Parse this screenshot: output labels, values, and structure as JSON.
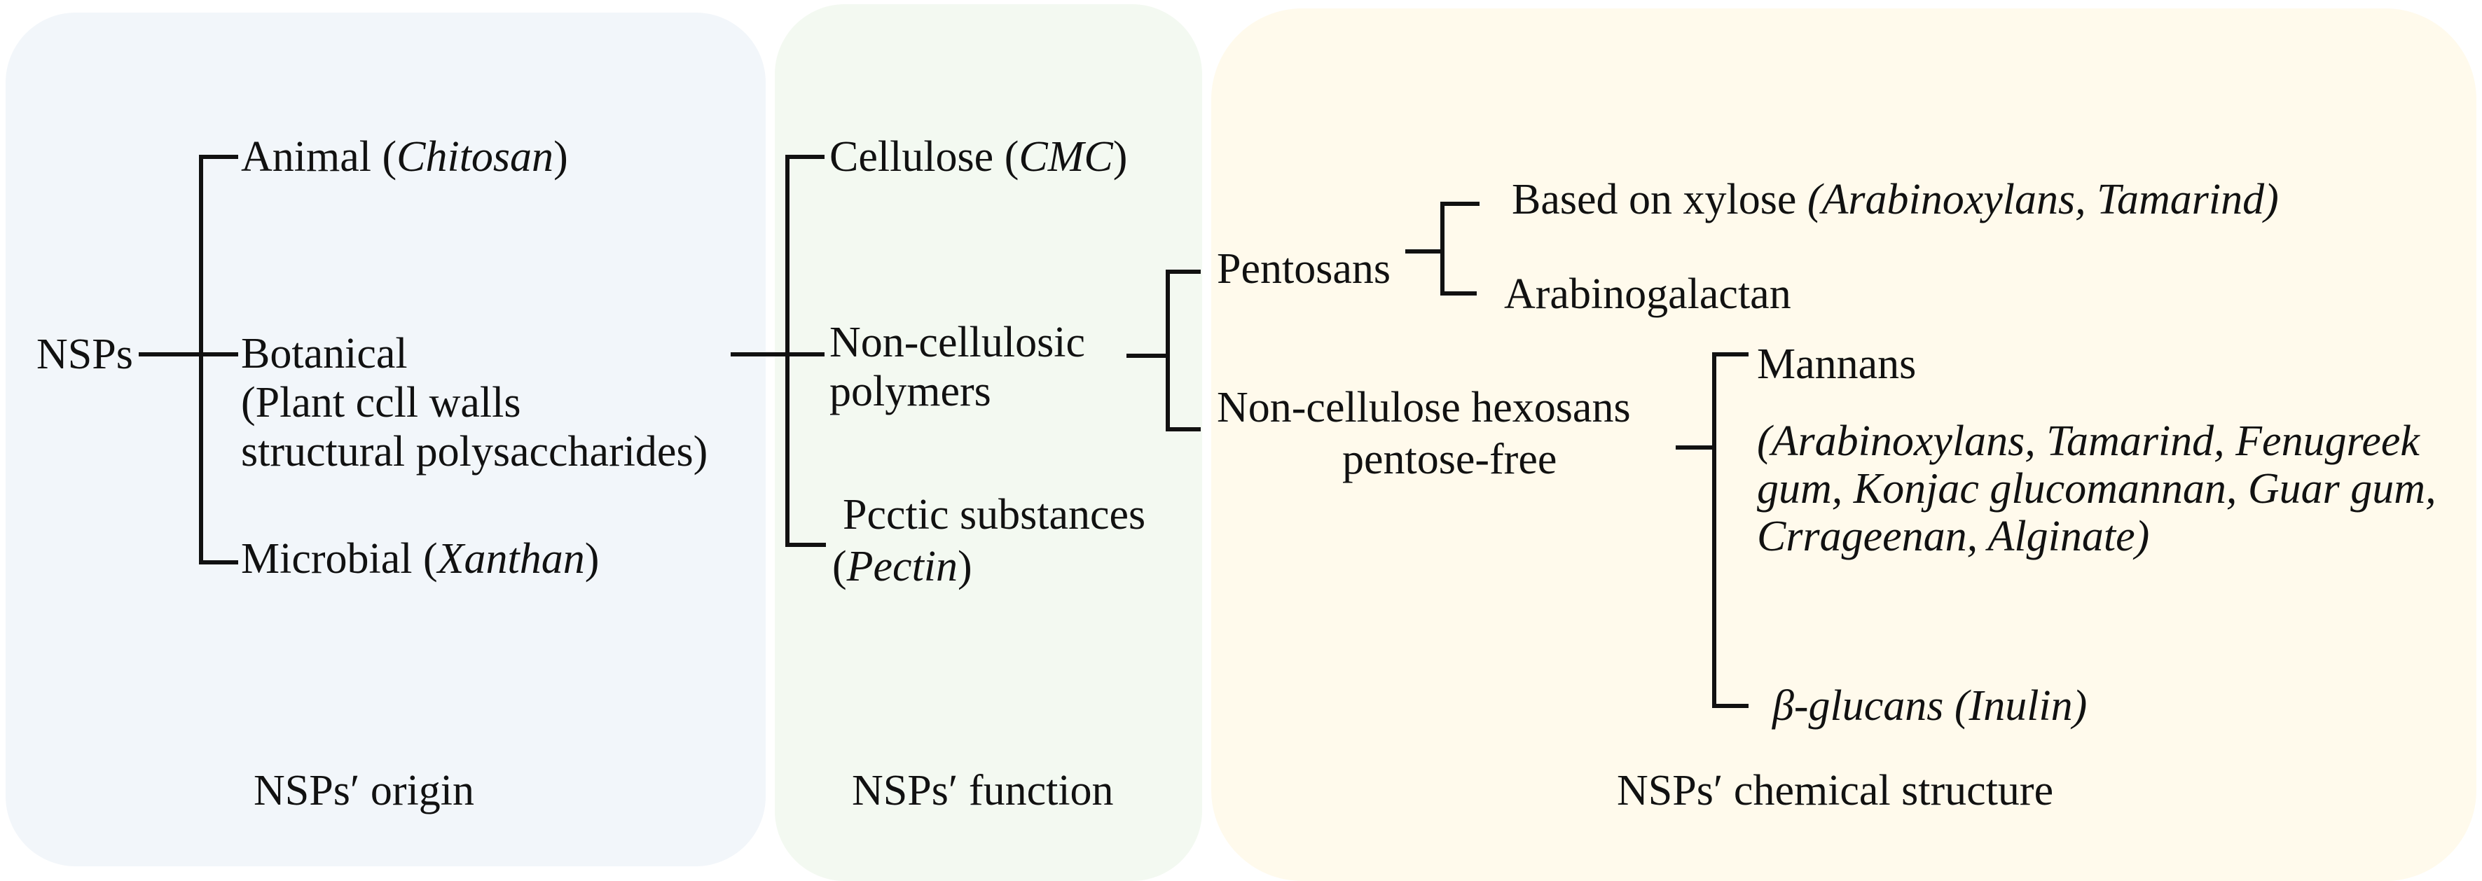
{
  "colors": {
    "origin_bg": "#f2f6fa",
    "function_bg": "#f3f9f1",
    "structure_bg": "#fffaec",
    "line": "#111111",
    "text": "#111111",
    "page_bg": "#ffffff"
  },
  "root": {
    "label": "NSPs"
  },
  "origin": {
    "caption": "NSPs′ origin",
    "animal": {
      "pre": "Animal (",
      "italic": "Chitosan",
      "post": ")"
    },
    "botanical": {
      "line1": "Botanical",
      "line2": "(Plant ccll walls",
      "line3": "structural polysaccharides)"
    },
    "microbial": {
      "pre": "Microbial (",
      "italic": "Xanthan",
      "post": ")"
    }
  },
  "function": {
    "caption": "NSPs′ function",
    "cellulose": {
      "pre": "Cellulose (",
      "italic": "CMC",
      "post": ")"
    },
    "non_cellulosic": {
      "line1": "Non-cellulosic",
      "line2": "polymers"
    },
    "pectic": {
      "line1": "Pcctic substances",
      "pre": "(",
      "italic": "Pectin",
      "post": ")"
    }
  },
  "structure": {
    "caption": "NSPs′ chemical structure",
    "pentosans": {
      "label": "Pentosans"
    },
    "xylose": {
      "pre": "Based on xylose ",
      "italic": "(Arabinoxylans, Tamarind)"
    },
    "arabinogalactan": {
      "label": "Arabinogalactan"
    },
    "hexosans": {
      "line1": "Non-cellulose hexosans",
      "line2": "pentose-free"
    },
    "mannans": {
      "line1": "Mannans",
      "italic1": "(Arabinoxylans, Tamarind, Fenugreek",
      "italic2": "gum, Konjac glucomannan, Guar gum,",
      "italic3": "Crrageenan, Alginate)"
    },
    "beta_glucans": {
      "italic": "β-glucans (Inulin)"
    }
  }
}
